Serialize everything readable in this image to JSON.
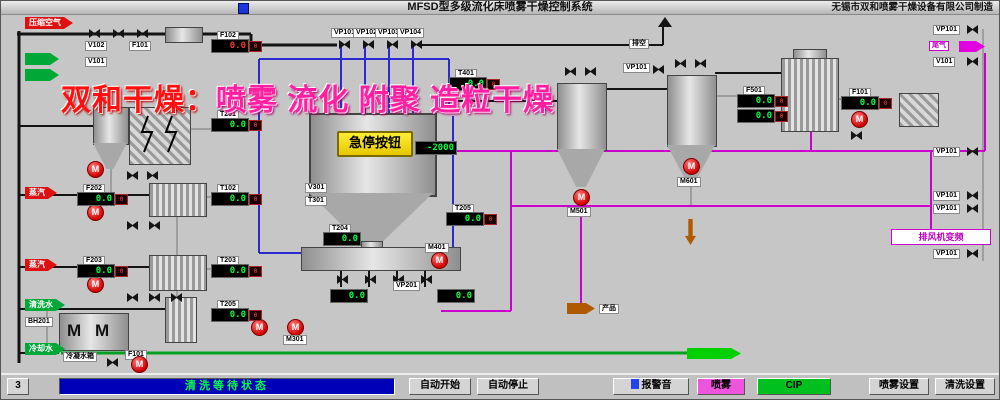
{
  "window": {
    "title": "MFSD型多级流化床喷雾干燥控制系统",
    "manufacturer": "无锡市双和喷雾干燥设备有限公司制造"
  },
  "watermark": {
    "brand": "双和干燥：",
    "slogan": "喷雾 流化 附聚 造粒干燥"
  },
  "estop": {
    "label": "急停按钮"
  },
  "glyphs": {
    "pump": "M",
    "sub": "0"
  },
  "inlets": {
    "air": "压缩空气",
    "steam1": "蒸汽",
    "steam2": "蒸汽",
    "cip": "清洗水",
    "cooling": "冷却水"
  },
  "outlets": {
    "exhaust": "排空",
    "tailgas": "尾气",
    "product": "产品",
    "fan_box": "排风机变频"
  },
  "top_valves": {
    "v1": "VP101",
    "v2": "VP102",
    "v3": "VP103",
    "v4": "VP104"
  },
  "tags": {
    "v102": "V102",
    "f101_top": "F101",
    "v101": "V101",
    "v301": "V301",
    "t301": "T301",
    "vp201": "VP201",
    "m401": "M401",
    "m501": "M501",
    "m601": "M601",
    "m301": "M301",
    "f101_bot": "F101",
    "f501": "F501",
    "f101_r": "F101",
    "bh201": "BH201",
    "tank": "冷凝水箱",
    "vp101_a": "VP101",
    "v101_r": "V101",
    "vp101_b": "VP101",
    "vp101_c": "VP101",
    "vp101_d": "VP101",
    "vp101_e": "VP101",
    "vp101_exh": "VP101"
  },
  "vacuum": {
    "value": "-2000"
  },
  "displays": [
    {
      "tag": "F102",
      "value": "0.0"
    },
    {
      "tag": "T201",
      "value": "0.0"
    },
    {
      "tag": "F202",
      "value": "0.0"
    },
    {
      "tag": "T102",
      "value": "0.0"
    },
    {
      "tag": "F203",
      "value": "0.0"
    },
    {
      "tag": "T203",
      "value": "0.0"
    },
    {
      "tag": "T205",
      "value": "0.0"
    },
    {
      "tag": "T401",
      "value": "0.0"
    },
    {
      "tag": "T204",
      "value": "0.0"
    },
    {
      "tag": "T205",
      "value": "0.0"
    },
    {
      "value": "0.0"
    },
    {
      "value": "0.0"
    },
    {
      "value": "0.0"
    },
    {
      "value": "0.0"
    },
    {
      "value": "0.0"
    }
  ],
  "statusbar": {
    "page": "3",
    "status": "清洗等待状态"
  },
  "toolbar": {
    "auto_start": "自动开始",
    "auto_stop": "自动停止",
    "alarm": "报警音",
    "spray": "喷雾",
    "cip": "CIP",
    "spray_set": "喷雾设置",
    "clean_set": "清洗设置"
  }
}
